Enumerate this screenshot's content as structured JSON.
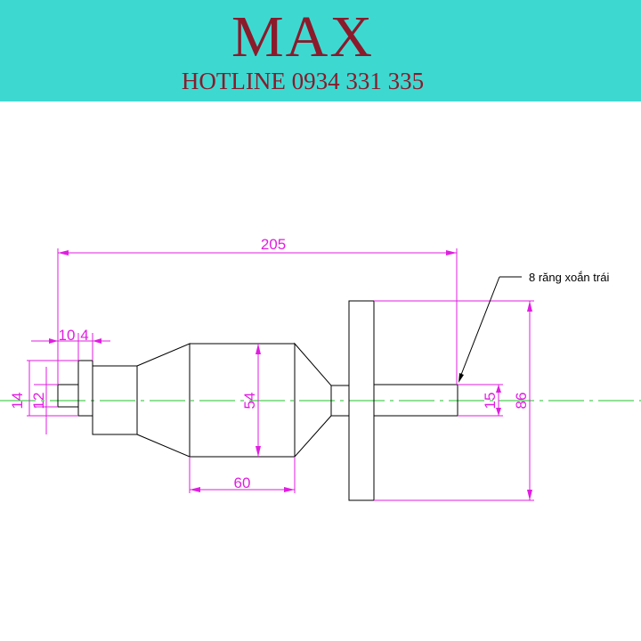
{
  "header": {
    "brand": "MAX",
    "hotline": "HOTLINE 0934 331 335"
  },
  "colors": {
    "banner": "#3dd9d1",
    "brand_text": "#8b1a2b",
    "dimension": "#e11de1",
    "centerline": "#22c32b",
    "outline": "#000000"
  },
  "drawing": {
    "dimensions": {
      "overall_length": "205",
      "step_10": "10",
      "step_4": "4",
      "dia_14": "14",
      "dia_12": "12",
      "dia_54": "54",
      "length_60": "60",
      "dia_15": "15",
      "dia_86": "86"
    },
    "callout": "8 răng xoắn trái"
  }
}
